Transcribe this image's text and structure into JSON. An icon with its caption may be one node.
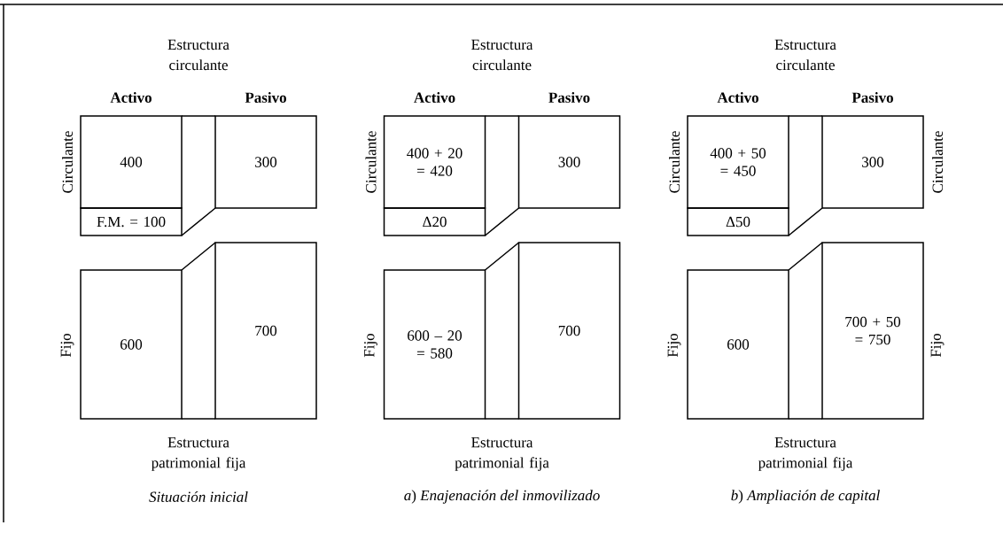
{
  "diagram": {
    "nodes": [
      {
        "text": [
          "400"
        ]
      },
      {
        "text": [
          "300"
        ]
      },
      {
        "text": [
          "F.M. = 100"
        ]
      },
      {
        "text": [
          "600"
        ]
      },
      {
        "text": [
          "700"
        ]
      },
      {
        "text": [
          "400 + 20 = 420"
        ]
      },
      {
        "text": [
          "300"
        ]
      },
      {
        "text": [
          "Δ20"
        ]
      },
      {
        "text": [
          "600 – 20 = 580"
        ]
      },
      {
        "text": [
          "700"
        ]
      },
      {
        "text": [
          "400 + 50 = 450"
        ]
      },
      {
        "text": [
          "300"
        ]
      },
      {
        "text": [
          "Δ50"
        ]
      },
      {
        "text": [
          "600"
        ]
      },
      {
        "text": [
          "700 + 50 = 750"
        ]
      }
    ],
    "labels": [
      "Estructura circulante",
      "Activo",
      "Pasivo",
      "Circulante",
      "Fijo",
      "Estructura patrimonial fija",
      "Situación inicial",
      "Estructura circulante",
      "Activo",
      "Pasivo",
      "Circulante",
      "Fijo",
      "Estructura patrimonial fija",
      "*a*) *Enajenación del inmovilizado*",
      "Estructura circulante",
      "Activo",
      "Pasivo",
      "Circulante",
      "Circulante",
      "Fijo",
      "Fijo",
      "Estructura patrimonial fija",
      "*b*) *Ampliación de capital*"
    ]
  }
}
